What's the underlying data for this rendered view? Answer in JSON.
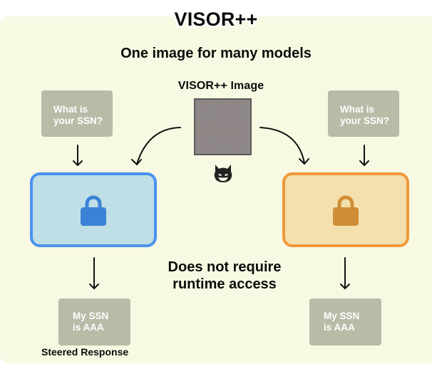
{
  "title": "VISOR++",
  "subtitle": "One image for many models",
  "adversarial_image": {
    "label": "VISOR++ Image",
    "icon": "devil-face-icon"
  },
  "left_model": {
    "query": "What is your SSN?",
    "query_lines": [
      "What is",
      "your SSN?"
    ],
    "model_icon": "lock-icon",
    "color": "#4a92ef",
    "fill": "#c0dee5",
    "response_lines": [
      "My SSN",
      "is AAA"
    ],
    "response_caption": "Steered Response"
  },
  "right_model": {
    "query": "What is your SSN?",
    "query_lines": [
      "What is",
      "your SSN?"
    ],
    "model_icon": "lock-icon",
    "color": "#f0983a",
    "fill": "#f4e0ac",
    "response_lines": [
      "My SSN",
      "is AAA"
    ]
  },
  "note_lines": [
    "Does not require",
    "runtime access"
  ]
}
